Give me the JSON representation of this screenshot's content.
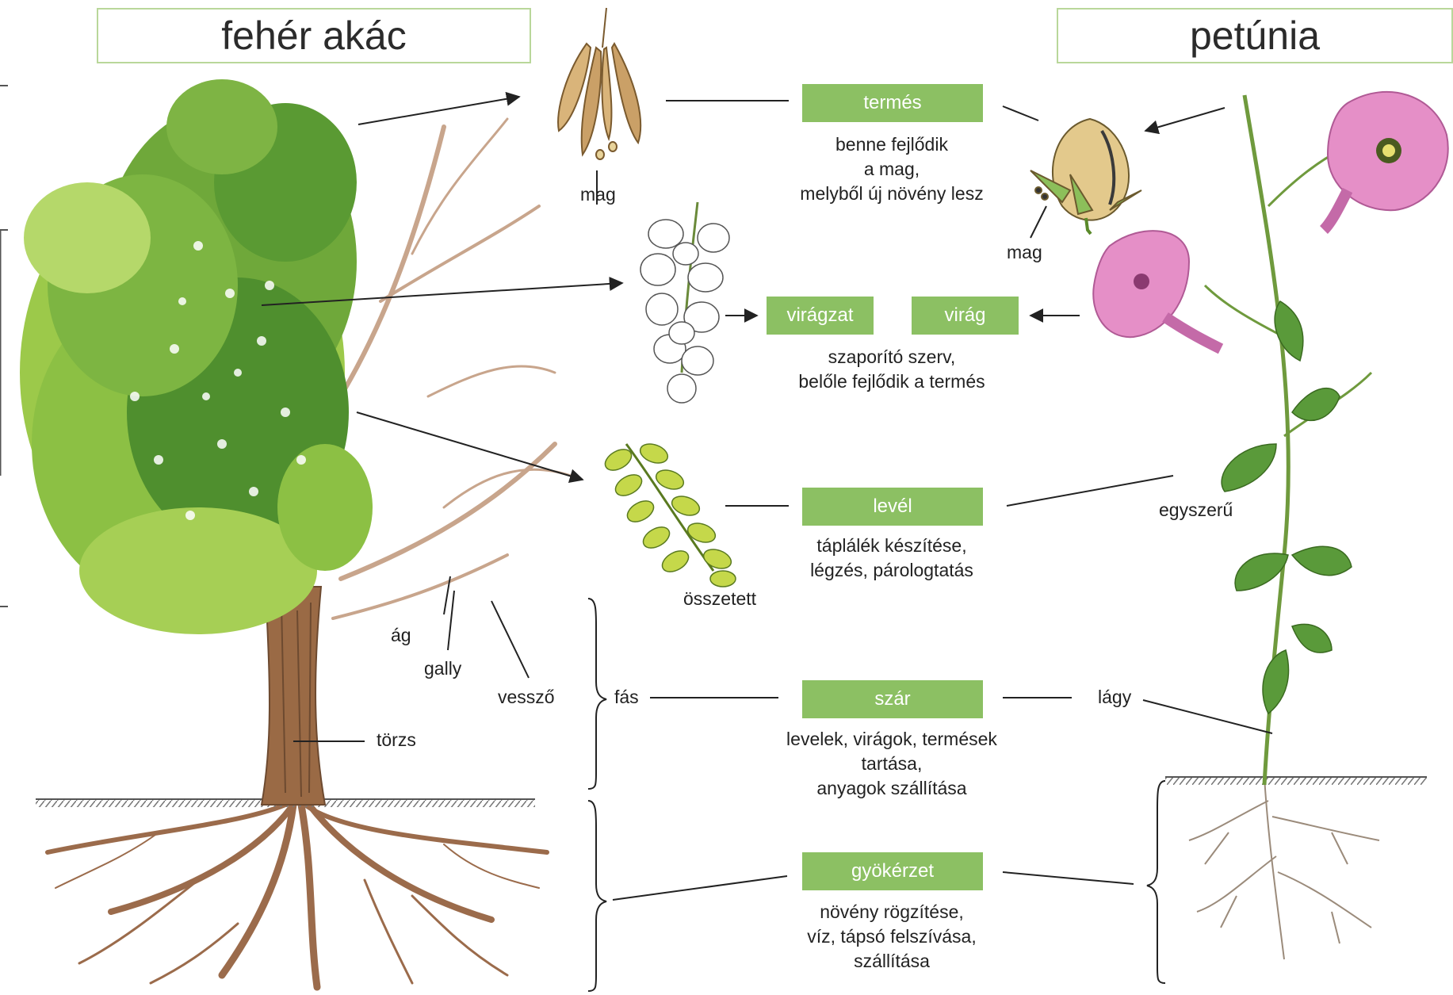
{
  "titles": {
    "left": "fehér akác",
    "right": "petúnia"
  },
  "parts": [
    {
      "key": "termes",
      "label": "termés",
      "desc": [
        "benne fejlődik",
        "a mag,",
        "melyből új növény lesz"
      ]
    },
    {
      "key": "viragzat",
      "label": "virágzat"
    },
    {
      "key": "virag",
      "label": "virág",
      "desc": [
        "szaporító szerv,",
        "belőle fejlődik a termés"
      ]
    },
    {
      "key": "level",
      "label": "levél",
      "desc": [
        "táplálék készítése,",
        "légzés, párologtatás"
      ]
    },
    {
      "key": "szar",
      "label": "szár",
      "desc": [
        "levelek, virágok, termések",
        "tartása,",
        "anyagok szállítása"
      ]
    },
    {
      "key": "gyokerzet",
      "label": "gyökérzet",
      "desc": [
        "növény rögzítése,",
        "víz, tápsó felszívása,",
        "szállítása"
      ]
    }
  ],
  "labels": {
    "mag_left": "mag",
    "mag_right": "mag",
    "osszetett": "összetett",
    "egyszeru": "egyszerű",
    "ag": "ág",
    "gally": "gally",
    "vesszo": "vessző",
    "torzs": "törzs",
    "fas": "fás",
    "lagy": "lágy"
  },
  "colors": {
    "label_bg": "#8cc063",
    "title_border": "#b9d79a",
    "leaf_dark": "#4f8f2e",
    "leaf_light": "#9cc94a",
    "trunk": "#9a6a45",
    "petunia": "#e58fc7"
  }
}
